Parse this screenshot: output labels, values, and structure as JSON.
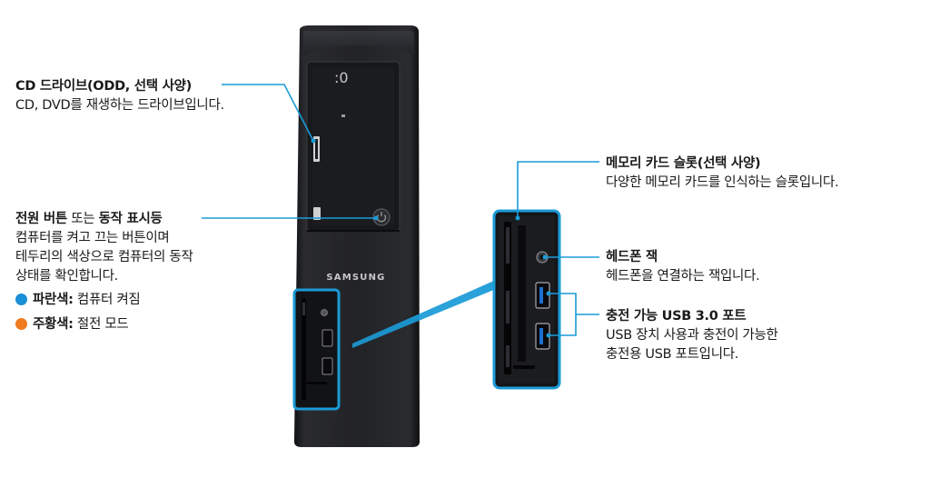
{
  "brand_text": "SAMSUNG",
  "colors": {
    "accent": "#1b9bd7",
    "blue_indicator": "#1b8fd6",
    "orange_indicator": "#f07b1e",
    "case": "#1e1f22"
  },
  "callouts": {
    "odd": {
      "title": "CD 드라이브(ODD, 선택 사양)",
      "desc": "CD, DVD를 재생하는 드라이브입니다."
    },
    "power": {
      "title_a": "전원 버튼",
      "title_mid": " 또는 ",
      "title_b": "동작 표시등",
      "desc_lines": [
        "컴퓨터를 켜고 끄는 버튼이며",
        "테두리의 색상으로 컴퓨터의 동작",
        "상태를 확인합니다."
      ],
      "states": [
        {
          "label": "파란색:",
          "text": " 컴퓨터 켜짐",
          "color": "#1b8fd6"
        },
        {
          "label": "주황색:",
          "text": " 절전 모드",
          "color": "#f07b1e"
        }
      ]
    },
    "memory_card": {
      "title": "메모리 카드 슬롯(선택 사양)",
      "desc": "다양한 메모리 카드를 인식하는 슬롯입니다."
    },
    "headphone": {
      "title": "헤드폰 잭",
      "desc": "헤드폰을 연결하는 잭입니다."
    },
    "usb": {
      "title": "충전 가능 USB 3.0 포트",
      "desc_lines": [
        "USB 장치 사용과 충전이 가능한",
        "충전용 USB 포트입니다."
      ]
    }
  }
}
